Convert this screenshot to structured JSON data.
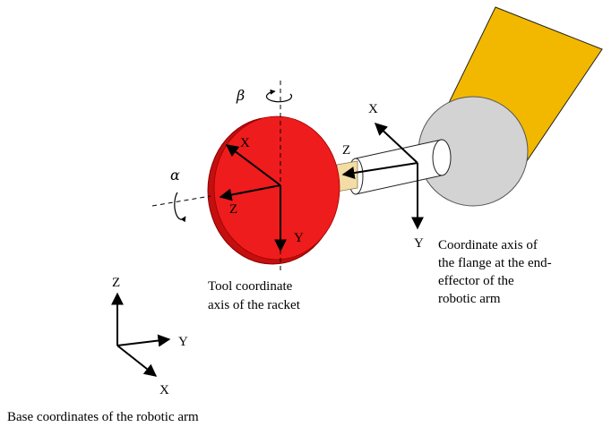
{
  "labels": {
    "beta": "β",
    "alpha": "α",
    "tool_x": "X",
    "tool_z": "Z",
    "tool_y": "Y",
    "flange_x": "X",
    "flange_z": "Z",
    "flange_y": "Y",
    "base_z": "Z",
    "base_y": "Y",
    "base_x": "X"
  },
  "captions": {
    "tool": [
      "Tool coordinate",
      "axis of the racket"
    ],
    "flange": [
      "Coordinate axis of",
      "the flange at the end-",
      "effector of the",
      "robotic arm"
    ],
    "base": "Base coordinates of the robotic arm"
  },
  "colors": {
    "racket": "#ee1c1c",
    "racket_rim": "#c40f0f",
    "arm": "#f2b800",
    "flange": "#d3d3d3",
    "handle": "#f3dca6"
  }
}
